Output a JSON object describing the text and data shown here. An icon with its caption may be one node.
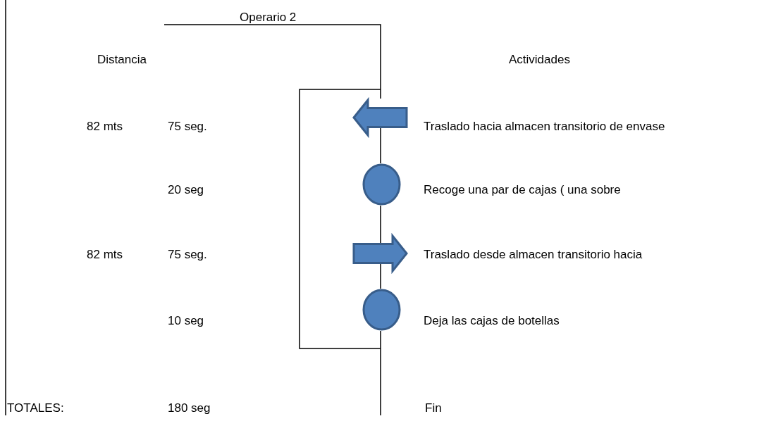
{
  "diagram": {
    "nodes": [
      {
        "text": [],
        "shape": "arrow",
        "beside": [
          "Traslado hacia almacen transitorio de envase"
        ]
      },
      {
        "text": [],
        "shape": "circle",
        "beside": [
          "Recoge una par de cajas ( una sobre"
        ]
      },
      {
        "text": [],
        "shape": "arrow",
        "beside": [
          "Traslado desde almacen transitorio hacia"
        ]
      },
      {
        "text": [],
        "shape": "circle",
        "beside": [
          "Deja las cajas de botellas"
        ]
      }
    ],
    "edges": [
      {
        "from": 0,
        "to": 1,
        "arrow": "none"
      },
      {
        "from": 1,
        "to": 2,
        "arrow": "none"
      },
      {
        "from": 2,
        "to": 3,
        "arrow": "none"
      }
    ],
    "labels": [
      "Operario 2",
      "Distancia",
      "Actividades",
      "82 mts",
      "75 seg.",
      "20 seg",
      "82 mts",
      "75 seg.",
      "10 seg",
      "TOTALES:",
      "180 seg",
      "Fin"
    ]
  }
}
